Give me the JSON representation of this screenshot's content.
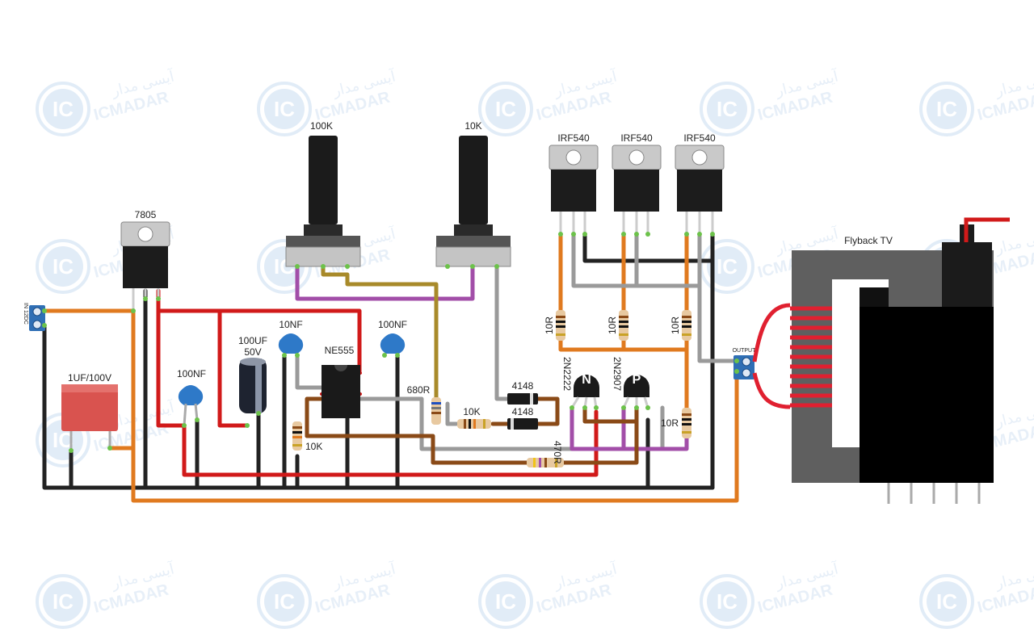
{
  "watermark": {
    "brand": "ICMADAR",
    "brand_fa": "آیسی مدار",
    "logo_text": "IC"
  },
  "input": {
    "label": "IN 12DC"
  },
  "output": {
    "label": "OUTPUT"
  },
  "regulator": {
    "label": "7805"
  },
  "pots": [
    {
      "label": "100K"
    },
    {
      "label": "10K"
    }
  ],
  "mosfets": [
    {
      "label": "IRF540"
    },
    {
      "label": "IRF540"
    },
    {
      "label": "IRF540"
    }
  ],
  "gate_resistors": [
    {
      "label": "10R"
    },
    {
      "label": "10R"
    },
    {
      "label": "10R"
    }
  ],
  "capacitors": {
    "film": "1UF/100V",
    "c1": "100NF",
    "electrolytic_value": "100UF",
    "electrolytic_voltage": "50V",
    "c2": "10NF",
    "c3": "100NF"
  },
  "timer": {
    "label": "NE555"
  },
  "resistors": {
    "r680": "680R",
    "r10k_a": "10K",
    "r10k_b": "10K",
    "r470": "470R",
    "r10r": "10R"
  },
  "diodes": [
    {
      "label": "4148"
    },
    {
      "label": "4148"
    }
  ],
  "transistors": [
    {
      "label": "2N2222",
      "mark": "N"
    },
    {
      "label": "2N2907",
      "mark": "P"
    }
  ],
  "flyback": {
    "label": "Flyback TV"
  },
  "colors": {
    "wire_black": "#222222",
    "wire_red": "#d11a1a",
    "wire_orange": "#e07a1f",
    "wire_gray": "#9a9a9a",
    "wire_purple": "#a24ea8",
    "wire_brown": "#8a4a17",
    "wire_olive": "#a88a2a",
    "cap_blue": "#2e79c8",
    "film_cap": "#d9534f",
    "terminal": "#2f6fb5",
    "pin_green": "#6cc24a",
    "watermark": "#d6e4f3"
  }
}
